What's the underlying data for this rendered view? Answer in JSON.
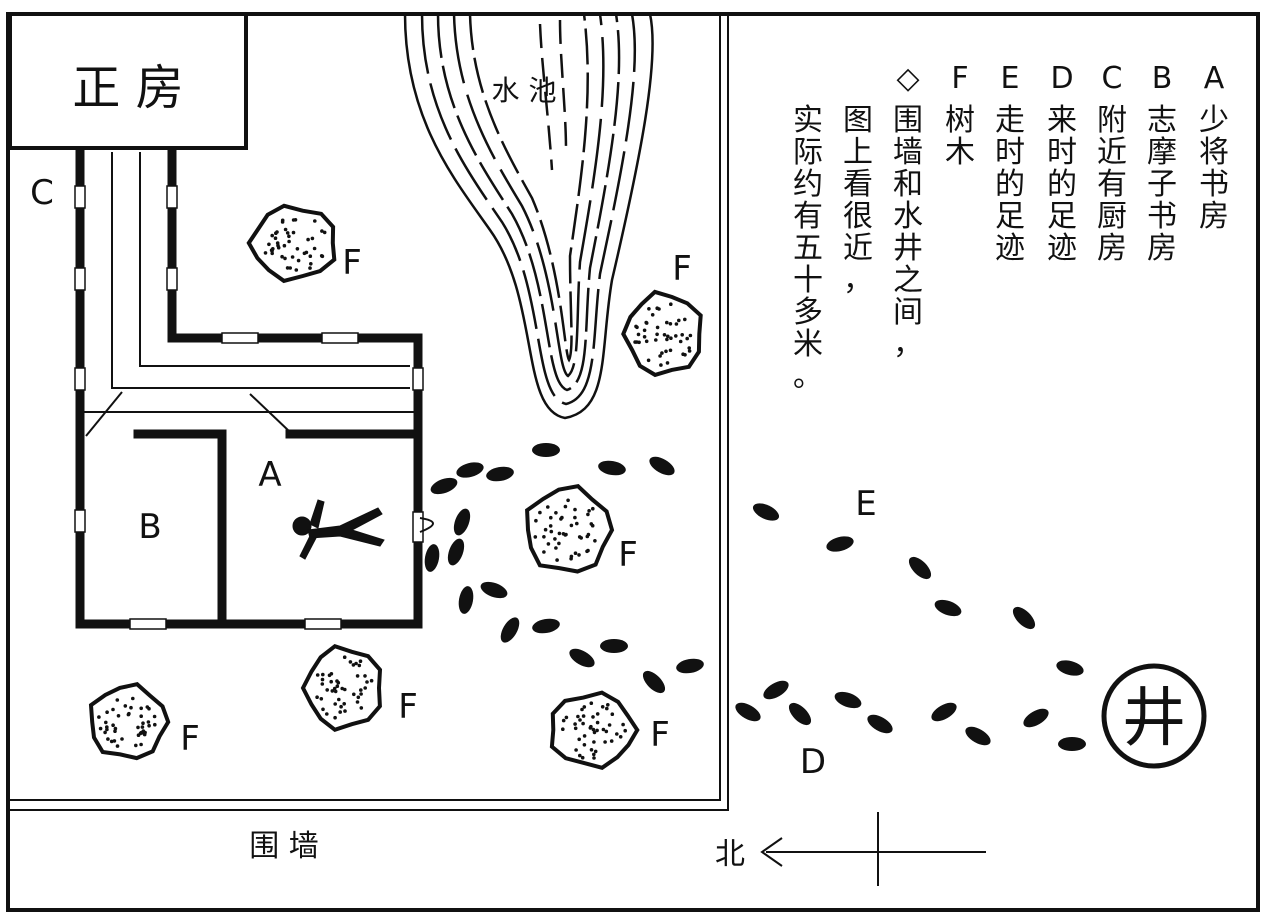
{
  "labels": {
    "main_house": "正 房",
    "pond": "水 池",
    "wall": "围 墙",
    "north": "北",
    "room_a": "A",
    "room_b": "B",
    "room_c": "C",
    "footprint_d": "D",
    "footprint_e": "E",
    "tree_f": "F"
  },
  "legend": [
    {
      "key": "A",
      "text": "少将书房"
    },
    {
      "key": "B",
      "text": "志摩子书房"
    },
    {
      "key": "C",
      "text": "附近有厨房"
    },
    {
      "key": "D",
      "text": "来时的足迹"
    },
    {
      "key": "E",
      "text": "走时的足迹"
    },
    {
      "key": "F",
      "text": "树木"
    },
    {
      "key": "◇",
      "text": "围墙和水井之间，"
    },
    {
      "key": "",
      "text": "图上看很近，"
    },
    {
      "key": "",
      "text": "实际约有五十多米。"
    }
  ],
  "well_symbol": "井"
}
